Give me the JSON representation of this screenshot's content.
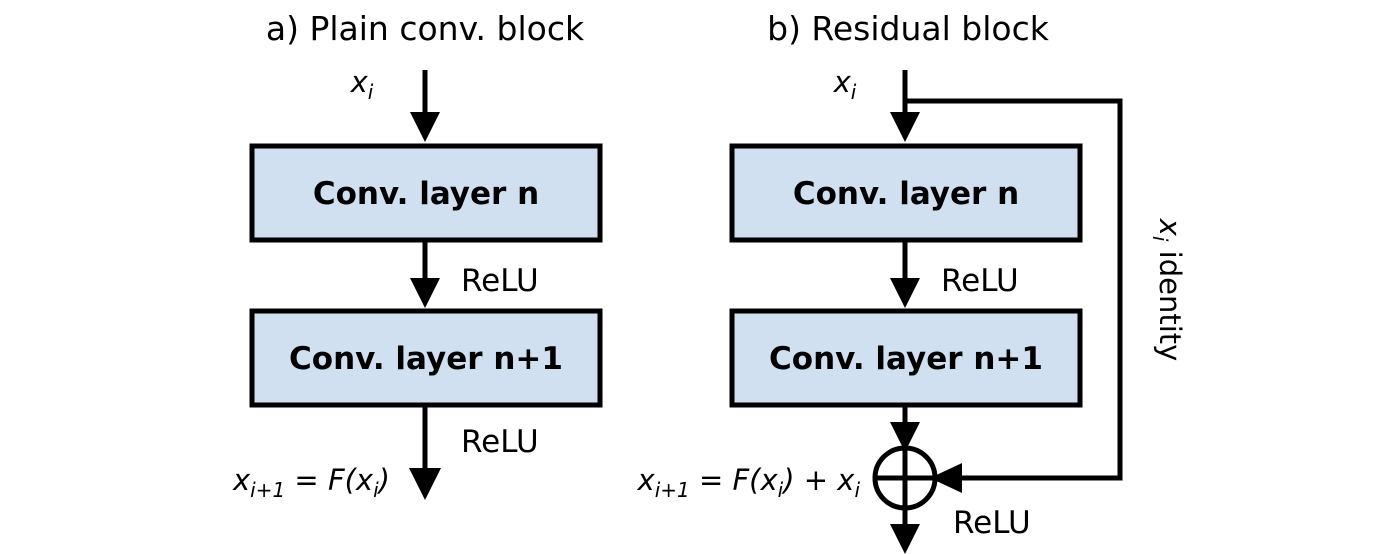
{
  "figure": {
    "background_color": "#ffffff",
    "box_fill_color": "#d0e0f1",
    "line_color": "#000000"
  },
  "panels": [
    {
      "id": "plain",
      "title": "a) Plain conv. block",
      "input_label": "x",
      "input_label_sub": "i",
      "layers": [
        {
          "label": "Conv. layer n"
        },
        {
          "label": "Conv. layer n+1"
        }
      ],
      "activations": [
        {
          "label": "ReLU"
        },
        {
          "label": "ReLU"
        }
      ],
      "output_equation": {
        "lhs": "x",
        "lhs_sub": "i+1",
        "rel": " = ",
        "rhs": "F(x",
        "rhs_sub": "i",
        "rhs_tail": ")"
      }
    },
    {
      "id": "residual",
      "title": "b) Residual block",
      "input_label": "x",
      "input_label_sub": "i",
      "layers": [
        {
          "label": "Conv. layer n"
        },
        {
          "label": "Conv. layer n+1"
        }
      ],
      "activations": [
        {
          "label": "ReLU"
        },
        {
          "label": "ReLU"
        }
      ],
      "skip_label": {
        "var": "x",
        "var_sub": "i",
        "text": " identity"
      },
      "add_node": {
        "symbol": "+"
      },
      "output_equation": {
        "lhs": "x",
        "lhs_sub": "i+1",
        "rel": " = ",
        "rhs": "F(x",
        "rhs_sub": "i",
        "rhs_tail": ") + x",
        "rhs_tail_sub": "i"
      }
    }
  ]
}
